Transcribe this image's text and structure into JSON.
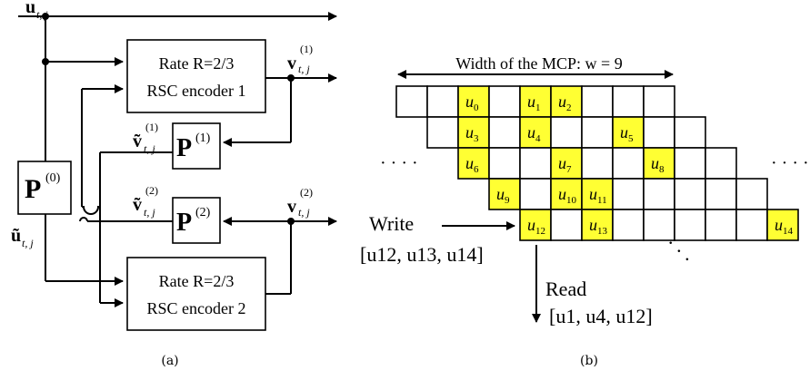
{
  "panel_a": {
    "caption": "(a)",
    "inputs": {
      "u_main": {
        "base": "u",
        "sub": "t, j"
      },
      "u_tilde": {
        "base": "ũ",
        "sub": "t, j"
      }
    },
    "encoder1": {
      "line1": "Rate R=2/3",
      "line2": "RSC encoder 1"
    },
    "encoder2": {
      "line1": "Rate R=2/3",
      "line2": "RSC encoder 2"
    },
    "perm0": {
      "base": "P",
      "sup": "(0)"
    },
    "perm1": {
      "base": "P",
      "sup": "(1)"
    },
    "perm2": {
      "base": "P",
      "sup": "(2)"
    },
    "v1": {
      "base": "v",
      "sub": "t, j",
      "sup": "(1)"
    },
    "v2": {
      "base": "v",
      "sub": "t, j",
      "sup": "(2)"
    },
    "vt1": {
      "base": "ṽ",
      "sub": "t, j",
      "sup": "(1)"
    },
    "vt2": {
      "base": "ṽ",
      "sub": "t, j",
      "sup": "(2)"
    }
  },
  "panel_b": {
    "caption": "(b)",
    "width_label": "Width of the MCP: w = 9",
    "write_label": "Write",
    "write_set": "[u12, u13, u14]",
    "read_label": "Read",
    "read_set": "[u1, u4, u12]",
    "ellipsis": "· · · ·",
    "highlight_color": "#ffff33",
    "rows": [
      {
        "start": 0,
        "cells": [
          {
            "col": 2,
            "sub": "0"
          },
          {
            "col": 4,
            "sub": "1"
          },
          {
            "col": 5,
            "sub": "2"
          }
        ]
      },
      {
        "start": 1,
        "cells": [
          {
            "col": 2,
            "sub": "3"
          },
          {
            "col": 4,
            "sub": "4"
          },
          {
            "col": 7,
            "sub": "5"
          }
        ]
      },
      {
        "start": 2,
        "cells": [
          {
            "col": 2,
            "sub": "6"
          },
          {
            "col": 5,
            "sub": "7"
          },
          {
            "col": 8,
            "sub": "8"
          }
        ]
      },
      {
        "start": 3,
        "cells": [
          {
            "col": 3,
            "sub": "9"
          },
          {
            "col": 5,
            "sub": "10"
          },
          {
            "col": 6,
            "sub": "11"
          }
        ]
      },
      {
        "start": 4,
        "cells": [
          {
            "col": 4,
            "sub": "12"
          },
          {
            "col": 6,
            "sub": "13"
          },
          {
            "col": 12,
            "sub": "14"
          }
        ]
      }
    ],
    "row_length": 9
  }
}
